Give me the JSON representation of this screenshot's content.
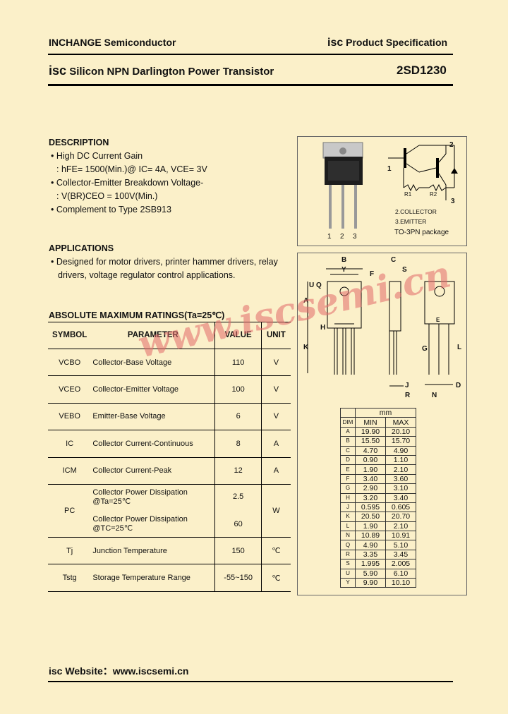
{
  "header": {
    "company": "INCHANGE Semiconductor",
    "spec_prefix": "isc",
    "spec_label": "Product Specification",
    "title_prefix": "isc",
    "title": "Silicon NPN Darlington Power Transistor",
    "part": "2SD1230"
  },
  "description": {
    "heading": "DESCRIPTION",
    "b1": "High DC Current Gain",
    "b1_detail": ": hFE= 1500(Min.)@ IC= 4A, VCE= 3V",
    "b2": "Collector-Emitter Breakdown Voltage-",
    "b2_detail": ": V(BR)CEO = 100V(Min.)",
    "b3": "Complement to Type 2SB913"
  },
  "applications": {
    "heading": "APPLICATIONS",
    "line1": "Designed for motor drivers, printer hammer drivers, relay",
    "line2": "drivers, voltage regulator control applications."
  },
  "ratings": {
    "heading": "ABSOLUTE MAXIMUM RATINGS(Ta=25℃)",
    "col_symbol": "SYMBOL",
    "col_param": "PARAMETER",
    "col_value": "VALUE",
    "col_unit": "UNIT",
    "rows": [
      {
        "sym": "VCBO",
        "param": "Collector-Base Voltage",
        "value": "110",
        "unit": "V"
      },
      {
        "sym": "VCEO",
        "param": "Collector-Emitter Voltage",
        "value": "100",
        "unit": "V"
      },
      {
        "sym": "VEBO",
        "param": "Emitter-Base Voltage",
        "value": "6",
        "unit": "V"
      },
      {
        "sym": "IC",
        "param": "Collector Current-Continuous",
        "value": "8",
        "unit": "A"
      },
      {
        "sym": "ICM",
        "param": "Collector Current-Peak",
        "value": "12",
        "unit": "A"
      },
      {
        "sym": "PC",
        "param": "Collector Power Dissipation",
        "param_cond": "@Ta=25℃",
        "value": "2.5",
        "param2": "Collector Power Dissipation",
        "param2_cond": "@TC=25℃",
        "value2": "60",
        "unit": "W"
      },
      {
        "sym": "Tj",
        "param": "Junction Temperature",
        "value": "150",
        "unit": "℃"
      },
      {
        "sym": "Tstg",
        "param": "Storage Temperature Range",
        "value": "-55~150",
        "unit": "℃"
      }
    ]
  },
  "schematic": {
    "pin1": "1",
    "pin2": "2",
    "pin3": "3",
    "r1": "R1",
    "r2": "R2",
    "note1": "2.COLLECTOR",
    "note2": "3.EMITTER",
    "package": "TO-3PN package",
    "leg1": "1",
    "leg2": "2",
    "leg3": "3"
  },
  "dimensions": {
    "unit": "mm",
    "col_dim": "DIM",
    "col_min": "MIN",
    "col_max": "MAX",
    "rows": [
      [
        "A",
        "19.90",
        "20.10"
      ],
      [
        "B",
        "15.50",
        "15.70"
      ],
      [
        "C",
        "4.70",
        "4.90"
      ],
      [
        "D",
        "0.90",
        "1.10"
      ],
      [
        "E",
        "1.90",
        "2.10"
      ],
      [
        "F",
        "3.40",
        "3.60"
      ],
      [
        "G",
        "2.90",
        "3.10"
      ],
      [
        "H",
        "3.20",
        "3.40"
      ],
      [
        "J",
        "0.595",
        "0.605"
      ],
      [
        "K",
        "20.50",
        "20.70"
      ],
      [
        "L",
        "1.90",
        "2.10"
      ],
      [
        "N",
        "10.89",
        "10.91"
      ],
      [
        "Q",
        "4.90",
        "5.10"
      ],
      [
        "R",
        "3.35",
        "3.45"
      ],
      [
        "S",
        "1.995",
        "2.005"
      ],
      [
        "U",
        "5.90",
        "6.10"
      ],
      [
        "Y",
        "9.90",
        "10.10"
      ]
    ]
  },
  "drawing_labels": [
    "B",
    "Y",
    "F",
    "C",
    "S",
    "U",
    "Q",
    "A",
    "H",
    "K",
    "G",
    "L",
    "J",
    "R",
    "N",
    "D",
    "E"
  ],
  "watermark": "www.iscsemi.cn",
  "footer": {
    "label": "isc Website：",
    "url": "www.iscsemi.cn"
  },
  "colors": {
    "background": "#fbf0c9",
    "watermark": "#e36a6a"
  }
}
